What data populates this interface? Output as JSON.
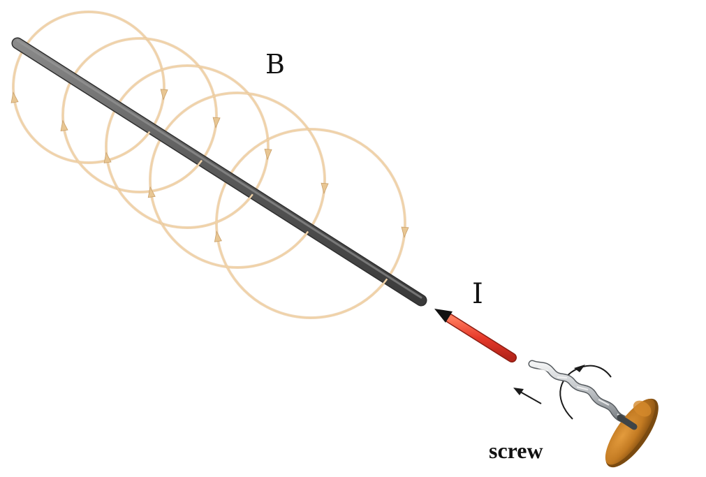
{
  "labels": {
    "field": "B",
    "current": "I",
    "tool": "screw"
  },
  "colors": {
    "background": "#ffffff",
    "wire": "#5d5d5d",
    "field_line": "#f0d2a8",
    "field_arrow": "#e8c693",
    "current_arrow": "#e6392a",
    "motion_arrow": "#1a1a1a",
    "screw_handle": "#c27a22",
    "screw_metal": "#b8bcc0"
  },
  "icons": {
    "wire": "straight-conductor",
    "field": "circular-field-loops",
    "current": "current-direction-arrow",
    "tool": "corkscrew"
  },
  "field_loop_count": 5
}
